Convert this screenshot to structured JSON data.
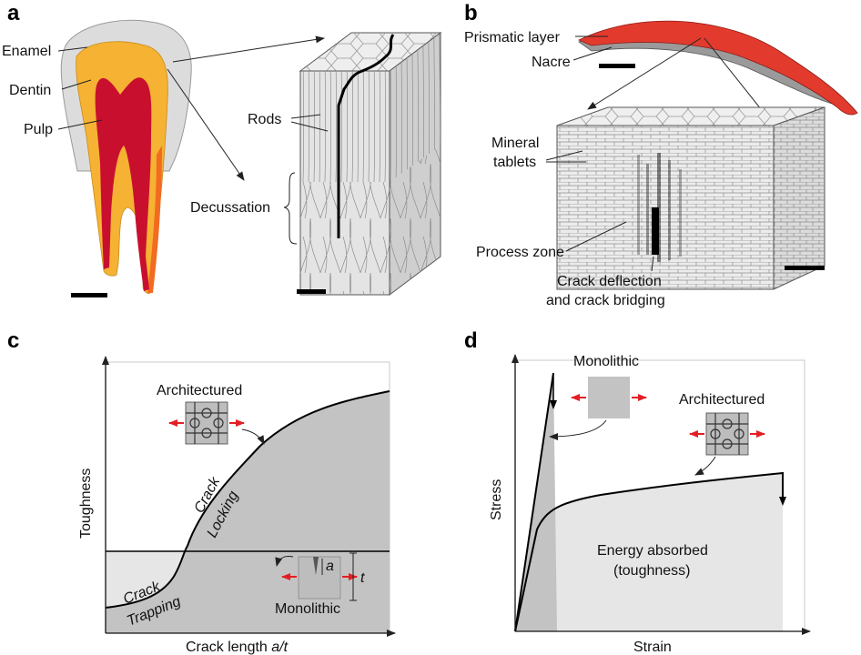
{
  "panels": {
    "a": {
      "letter": "a",
      "labels": {
        "enamel": "Enamel",
        "dentin": "Dentin",
        "pulp": "Pulp",
        "rods": "Rods",
        "decussation": "Decussation"
      }
    },
    "b": {
      "letter": "b",
      "labels": {
        "prismatic": "Prismatic layer",
        "nacre": "Nacre",
        "mineral1": "Mineral",
        "mineral2": "tablets",
        "process_zone": "Process zone",
        "crack1": "Crack deflection",
        "crack2": "and crack bridging"
      }
    },
    "c": {
      "letter": "c",
      "ylabel": "Toughness",
      "xlabel_prefix": "Crack length ",
      "xlabel_italic": "a/t",
      "labels": {
        "architectured": "Architectured",
        "monolithic": "Monolithic",
        "crack_a": "Crack",
        "locking": "Locking",
        "crack_b": "Crack",
        "trapping": "Trapping",
        "a": "a",
        "t": "t"
      }
    },
    "d": {
      "letter": "d",
      "ylabel": "Stress",
      "xlabel": "Strain",
      "labels": {
        "monolithic": "Monolithic",
        "architectured": "Architectured",
        "energy1": "Energy absorbed",
        "energy2": "(toughness)"
      }
    }
  },
  "colors": {
    "enamel": "#dcdcdc",
    "dentin": "#f6b233",
    "pulp": "#c8102e",
    "root_edge": "#f26b21",
    "prismatic": "#e23b2e",
    "nacre": "#9a9a9a",
    "dark_fill": "#c3c3c3",
    "light_fill": "#e6e6e6",
    "arrow_red": "#e31e24"
  }
}
